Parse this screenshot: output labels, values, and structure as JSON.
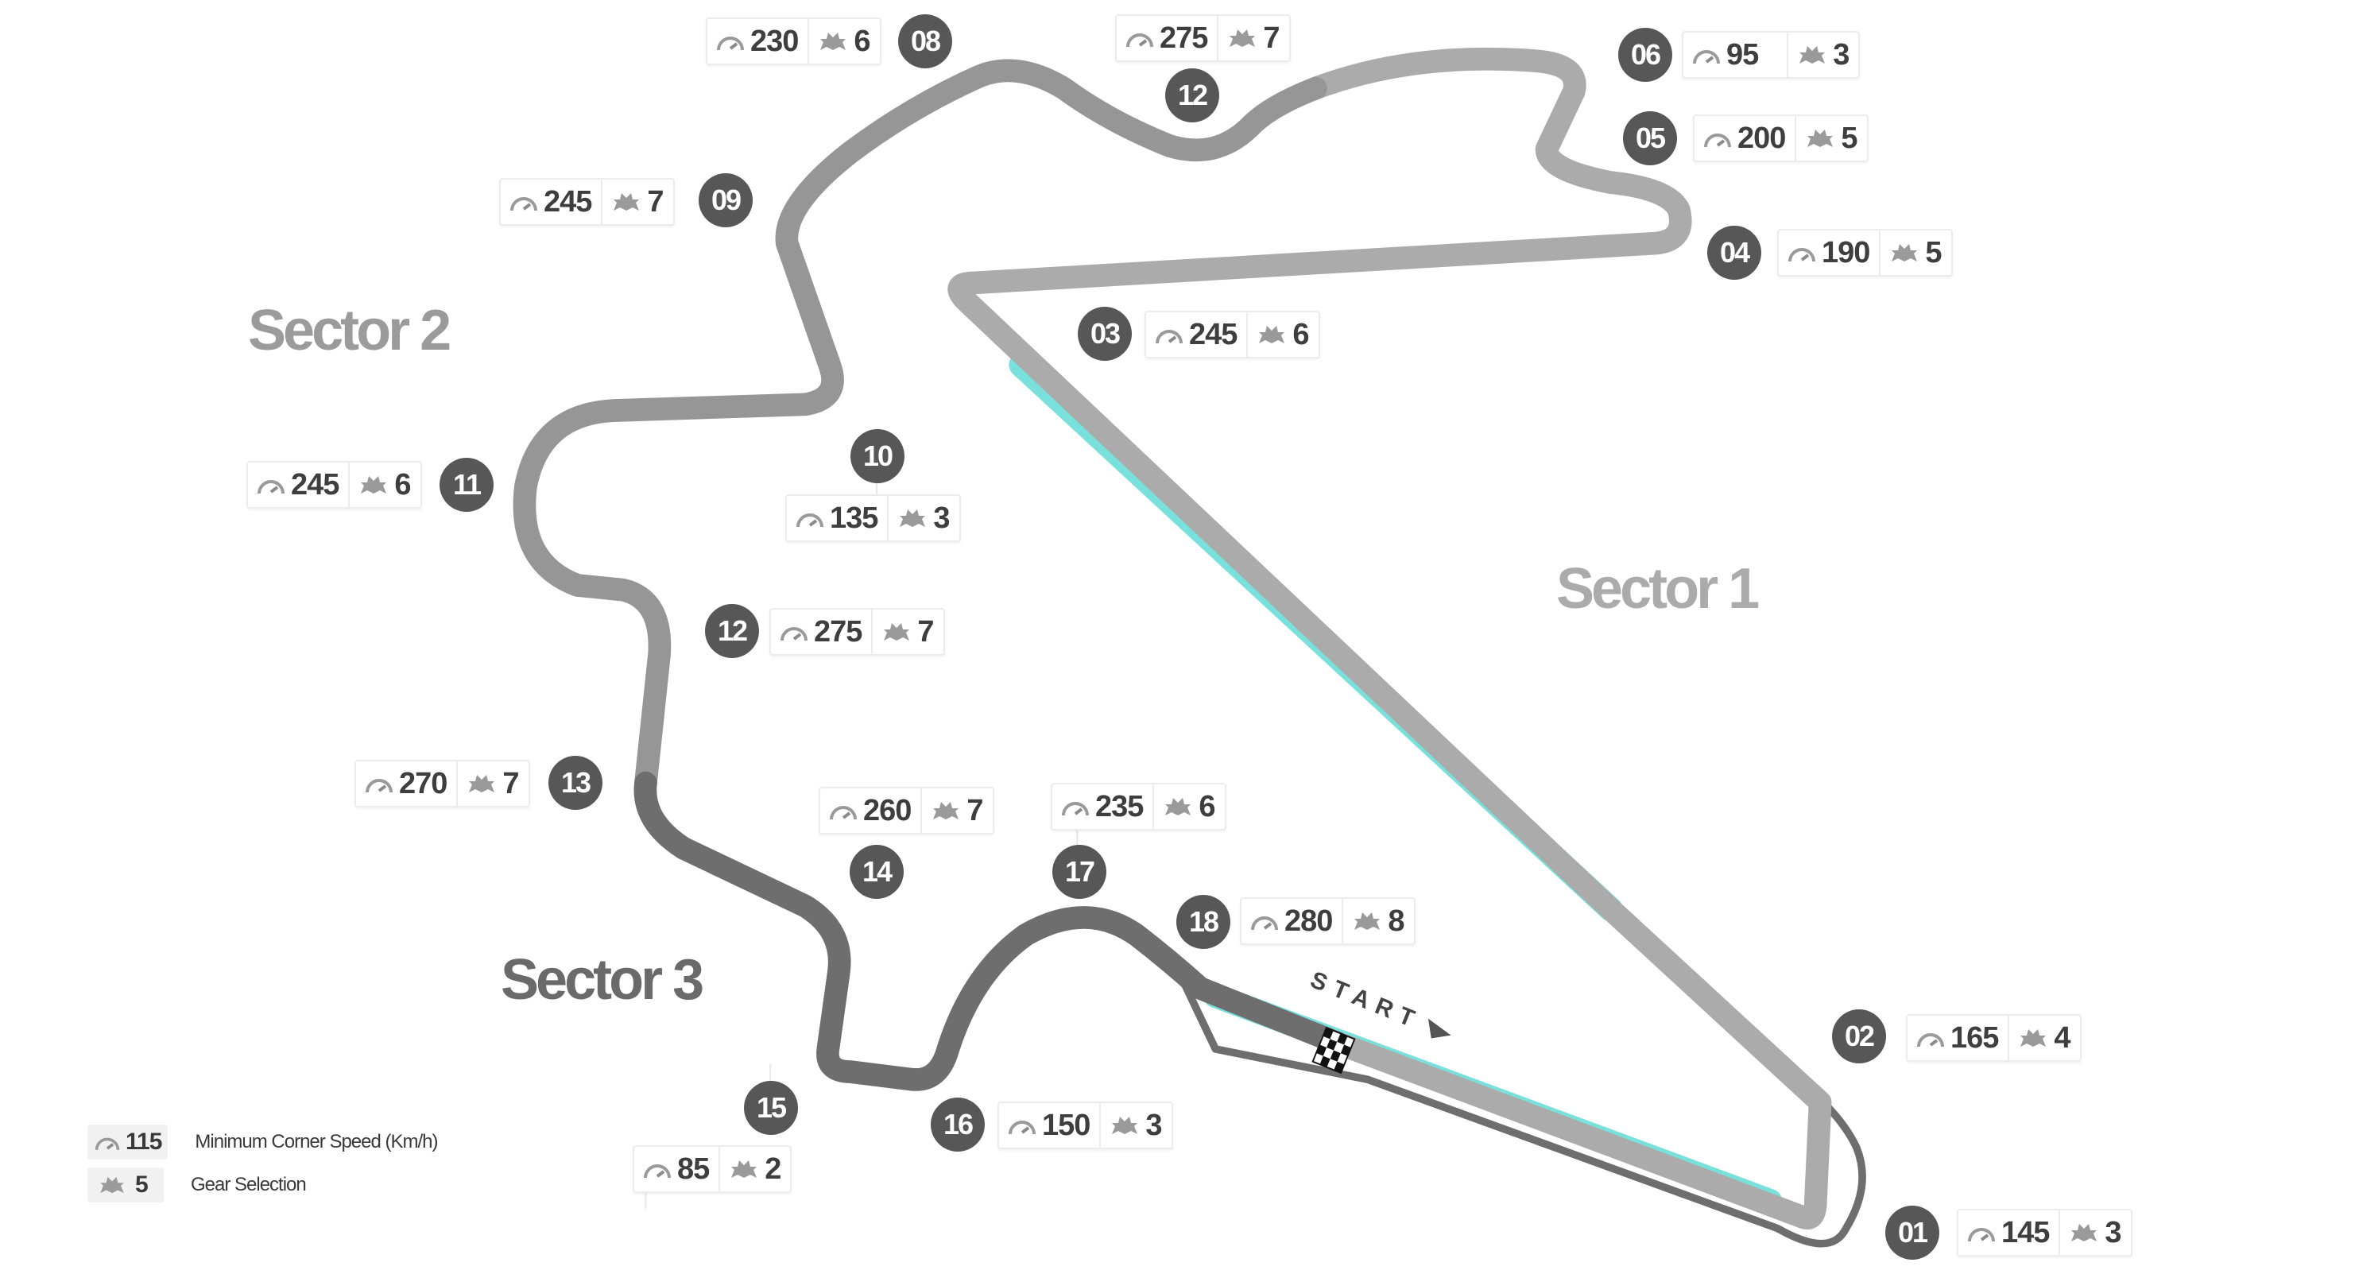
{
  "map": {
    "sectors": [
      {
        "label": "Sector 1"
      },
      {
        "label": "Sector 2"
      },
      {
        "label": "Sector 3"
      }
    ],
    "start_label": "START",
    "colors": {
      "sector1_track": "#ababab",
      "sector2_track": "#969696",
      "sector3_track": "#6e6e6e",
      "drs_zone": "#79e0dc",
      "pitlane": "#6e6e6e",
      "badge": "#575757",
      "background": "#ffffff"
    },
    "corners": [
      {
        "number": "01",
        "speed": "145",
        "gear": "3"
      },
      {
        "number": "02",
        "speed": "165",
        "gear": "4"
      },
      {
        "number": "03",
        "speed": "245",
        "gear": "6"
      },
      {
        "number": "04",
        "speed": "190",
        "gear": "5"
      },
      {
        "number": "05",
        "speed": "200",
        "gear": "5"
      },
      {
        "number": "06",
        "speed": "95",
        "gear": "3"
      },
      {
        "number": "12",
        "speed": "275",
        "gear": "7"
      },
      {
        "number": "08",
        "speed": "230",
        "gear": "6"
      },
      {
        "number": "09",
        "speed": "245",
        "gear": "7"
      },
      {
        "number": "10",
        "speed": "135",
        "gear": "3"
      },
      {
        "number": "11",
        "speed": "245",
        "gear": "6"
      },
      {
        "number": "12",
        "speed": "275",
        "gear": "7"
      },
      {
        "number": "13",
        "speed": "270",
        "gear": "7"
      },
      {
        "number": "14",
        "speed": "260",
        "gear": "7"
      },
      {
        "number": "15",
        "speed": "85",
        "gear": "2"
      },
      {
        "number": "16",
        "speed": "150",
        "gear": "3"
      },
      {
        "number": "17",
        "speed": "235",
        "gear": "6"
      },
      {
        "number": "18",
        "speed": "280",
        "gear": "8"
      }
    ]
  },
  "legend": {
    "speed_example": "115",
    "speed_label": "Minimum Corner Speed (Km/h)",
    "gear_example": "5",
    "gear_label": "Gear Selection"
  },
  "icons": {
    "speed": "speedometer-icon",
    "gear": "gear-icon",
    "start_arrow": "arrow-right-icon",
    "finish_flag": "checkered-flag-icon"
  }
}
